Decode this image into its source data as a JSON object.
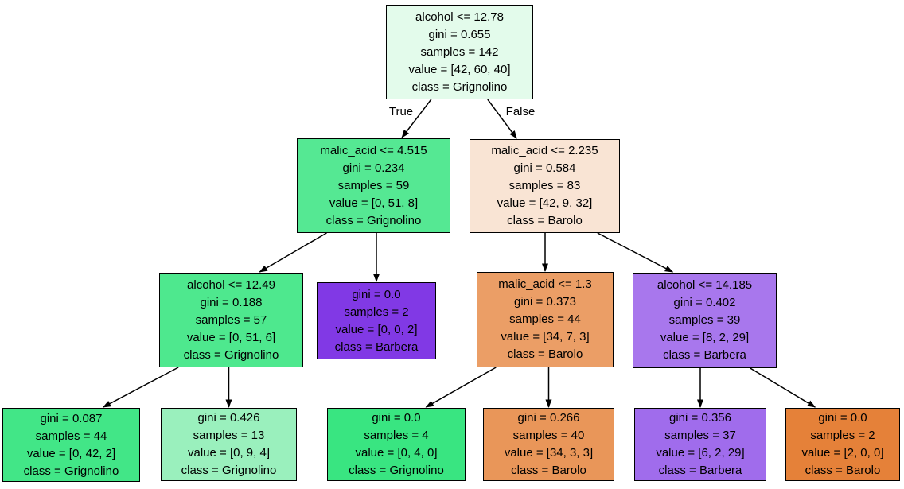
{
  "diagram": {
    "kind": "decision-tree",
    "background_color": "#ffffff",
    "edge_color": "#000000",
    "text_color": "#000000",
    "nodes": [
      {
        "id": "root",
        "fill": "#e3fbeb",
        "lines": [
          "alcohol <= 12.78",
          "gini = 0.655",
          "samples = 142",
          "value = [42, 60, 40]",
          "class = Grignolino"
        ]
      },
      {
        "id": "n1",
        "fill": "#55e893",
        "lines": [
          "malic_acid <= 4.515",
          "gini = 0.234",
          "samples = 59",
          "value = [0, 51, 8]",
          "class = Grignolino"
        ]
      },
      {
        "id": "n2",
        "fill": "#f9e4d4",
        "lines": [
          "malic_acid <= 2.235",
          "gini = 0.584",
          "samples = 83",
          "value = [42, 9, 32]",
          "class = Barolo"
        ]
      },
      {
        "id": "n3",
        "fill": "#4ee88e",
        "lines": [
          "alcohol <= 12.49",
          "gini = 0.188",
          "samples = 57",
          "value = [0, 51, 6]",
          "class = Grignolino"
        ]
      },
      {
        "id": "n4",
        "fill": "#8139e5",
        "lines": [
          "gini = 0.0",
          "samples = 2",
          "value = [0, 0, 2]",
          "class = Barbera"
        ]
      },
      {
        "id": "n5",
        "fill": "#eb9e66",
        "lines": [
          "malic_acid <= 1.3",
          "gini = 0.373",
          "samples = 44",
          "value = [34, 7, 3]",
          "class = Barolo"
        ]
      },
      {
        "id": "n6",
        "fill": "#a877ed",
        "lines": [
          "alcohol <= 14.185",
          "gini = 0.402",
          "samples = 39",
          "value = [8, 2, 29]",
          "class = Barbera"
        ]
      },
      {
        "id": "n7",
        "fill": "#42e687",
        "lines": [
          "gini = 0.087",
          "samples = 44",
          "value = [0, 42, 2]",
          "class = Grignolino"
        ]
      },
      {
        "id": "n8",
        "fill": "#9af0bd",
        "lines": [
          "gini = 0.426",
          "samples = 13",
          "value = [0, 9, 4]",
          "class = Grignolino"
        ]
      },
      {
        "id": "n9",
        "fill": "#39e581",
        "lines": [
          "gini = 0.0",
          "samples = 4",
          "value = [0, 4, 0]",
          "class = Grignolino"
        ]
      },
      {
        "id": "n10",
        "fill": "#e99659",
        "lines": [
          "gini = 0.266",
          "samples = 40",
          "value = [34, 3, 3]",
          "class = Barolo"
        ]
      },
      {
        "id": "n11",
        "fill": "#a06cec",
        "lines": [
          "gini = 0.356",
          "samples = 37",
          "value = [6, 2, 29]",
          "class = Barbera"
        ]
      },
      {
        "id": "n12",
        "fill": "#e58139",
        "lines": [
          "gini = 0.0",
          "samples = 2",
          "value = [2, 0, 0]",
          "class = Barolo"
        ]
      }
    ],
    "edges": [
      {
        "from": "root",
        "to": "n1",
        "label": "True"
      },
      {
        "from": "root",
        "to": "n2",
        "label": "False"
      },
      {
        "from": "n1",
        "to": "n3",
        "label": ""
      },
      {
        "from": "n1",
        "to": "n4",
        "label": ""
      },
      {
        "from": "n2",
        "to": "n5",
        "label": ""
      },
      {
        "from": "n2",
        "to": "n6",
        "label": ""
      },
      {
        "from": "n3",
        "to": "n7",
        "label": ""
      },
      {
        "from": "n3",
        "to": "n8",
        "label": ""
      },
      {
        "from": "n5",
        "to": "n9",
        "label": ""
      },
      {
        "from": "n5",
        "to": "n10",
        "label": ""
      },
      {
        "from": "n6",
        "to": "n11",
        "label": ""
      },
      {
        "from": "n6",
        "to": "n12",
        "label": ""
      }
    ]
  }
}
